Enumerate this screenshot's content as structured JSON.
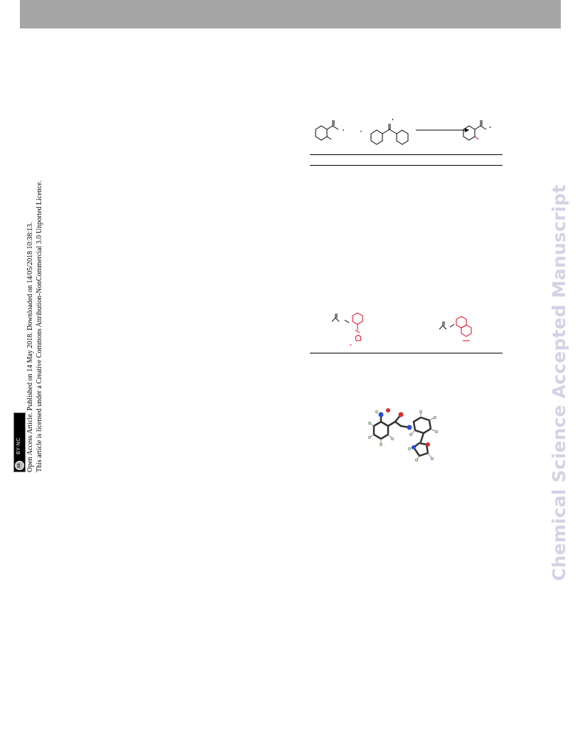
{
  "notice": {
    "line1": "Open Access Article. Published on 14 May 2018. Downloaded on 14/05/2018 10:38:13.",
    "line2": "This article is licensed under a Creative Commons Attribution-NonCommercial 3.0 Unported Licence."
  },
  "badge": {
    "circle_text": "cc",
    "license_text": "BY-NC"
  },
  "watermark": "Chemical Science Accepted Manuscript",
  "scheme": {
    "plus": "+"
  },
  "colors": {
    "highlight": "#e0001b",
    "header_bar": "#a6a6a6",
    "watermark": "#d3d3e6"
  }
}
